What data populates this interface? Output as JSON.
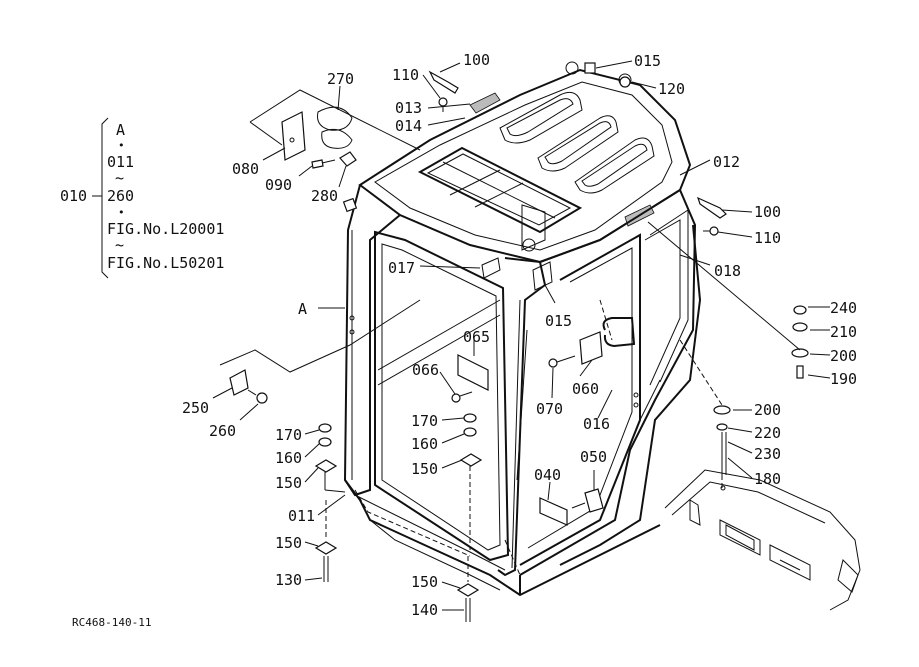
{
  "figure_code": "RC468-140-11",
  "legend": {
    "group_no": "010",
    "letter": "A",
    "from_part": "011",
    "to_part": "260",
    "from_fig": "FIG.No.L20001",
    "to_fig": "FIG.No.L50201",
    "tilde": "~",
    "dot": "•"
  },
  "parts": {
    "p100a": "100",
    "p110a": "110",
    "p015a": "015",
    "p120": "120",
    "p013": "013",
    "p014": "014",
    "p270": "270",
    "p080": "080",
    "p090": "090",
    "p280": "280",
    "p012": "012",
    "p100b": "100",
    "p110b": "110",
    "p018": "018",
    "p017": "017",
    "p015b": "015",
    "pA": "A",
    "p065": "065",
    "p066": "066",
    "p060": "060",
    "p070": "070",
    "p016": "016",
    "p240": "240",
    "p210": "210",
    "p200a": "200",
    "p190": "190",
    "p200b": "200",
    "p220": "220",
    "p230": "230",
    "p180": "180",
    "p250": "250",
    "p260": "260",
    "p170a": "170",
    "p160a": "160",
    "p150a": "150",
    "p170b": "170",
    "p160b": "160",
    "p150b": "150",
    "p040": "040",
    "p050": "050",
    "p011": "011",
    "p150c": "150",
    "p130": "130",
    "p150d": "150",
    "p140": "140"
  }
}
